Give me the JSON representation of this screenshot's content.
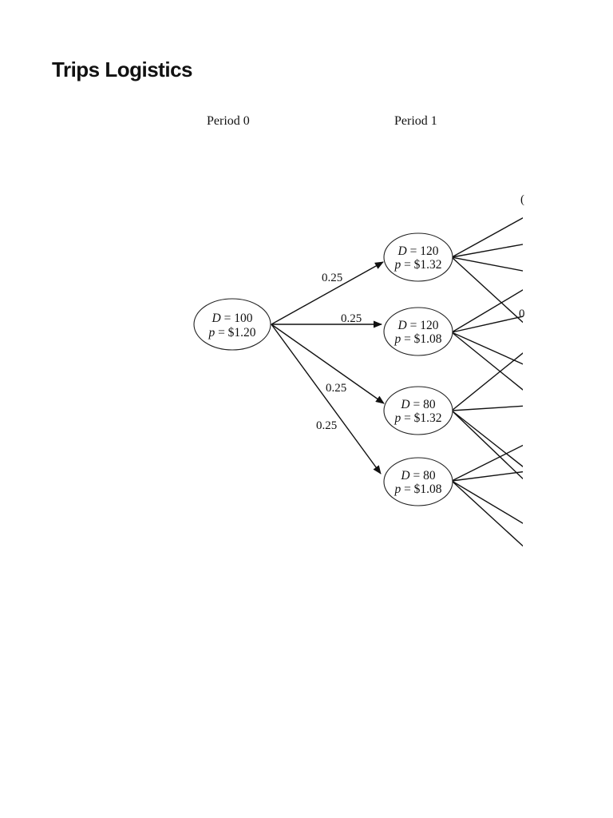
{
  "title": "Trips Logistics",
  "periods": [
    {
      "label": "Period 0"
    },
    {
      "label": "Period 1"
    }
  ],
  "root": {
    "d_label": "D",
    "d_value": "= 100",
    "p_label": "p",
    "p_value": "= $1.20"
  },
  "nodes": [
    {
      "d_label": "D",
      "d_value": "= 120",
      "p_label": "p",
      "p_value": "= $1.32"
    },
    {
      "d_label": "D",
      "d_value": "= 120",
      "p_label": "p",
      "p_value": "= $1.08"
    },
    {
      "d_label": "D",
      "d_value": "= 80",
      "p_label": "p",
      "p_value": "= $1.32"
    },
    {
      "d_label": "D",
      "d_value": "= 80",
      "p_label": "p",
      "p_value": "= $1.08"
    }
  ],
  "probabilities": [
    "0.25",
    "0.25",
    "0.25",
    "0.25"
  ],
  "cutoff_labels": [
    "(",
    "0"
  ]
}
